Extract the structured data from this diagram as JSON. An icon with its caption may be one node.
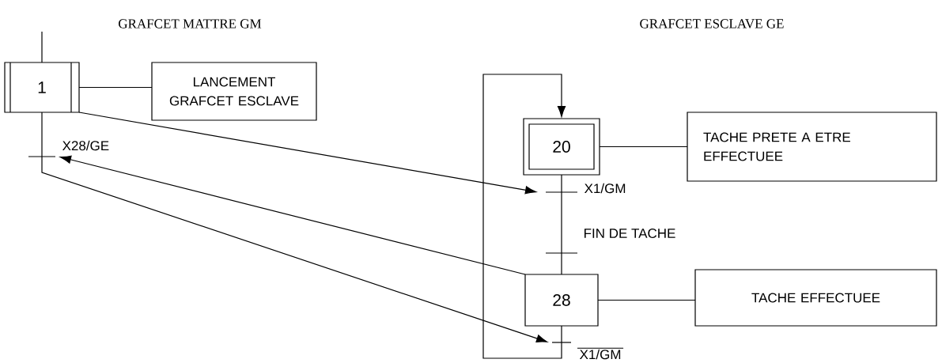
{
  "diagram": {
    "nodes": [
      {
        "text": [
          "1"
        ]
      },
      {
        "text": [
          "LANCEMENT GRAFCET ESCLAVE"
        ]
      },
      {
        "text": [],
        "shape": "bar",
        "beside": [
          "X28/GE"
        ]
      },
      {
        "text": [
          "20"
        ]
      },
      {
        "text": [
          "TACHE PRETE A ETRE EFFECTUEE"
        ]
      },
      {
        "text": [],
        "shape": "bar",
        "beside": [
          "X1/GM"
        ]
      },
      {
        "text": [],
        "shape": "bar",
        "beside": [
          "FIN DE TACHE"
        ]
      },
      {
        "text": [
          "28"
        ]
      },
      {
        "text": [
          "TACHE EFFECTUEE"
        ]
      },
      {
        "text": [],
        "shape": "bar",
        "beside": [
          "X1/GM"
        ]
      }
    ],
    "edges": [
      {
        "from": null,
        "to": 0,
        "arrow": "none"
      },
      {
        "from": 0,
        "to": 1,
        "arrow": "none"
      },
      {
        "from": 0,
        "to": 2,
        "arrow": "none"
      },
      {
        "from": 3,
        "to": 4,
        "arrow": "none"
      },
      {
        "from": 3,
        "to": 5,
        "arrow": "none"
      },
      {
        "from": 5,
        "to": 6,
        "arrow": "none"
      },
      {
        "from": 6,
        "to": 7,
        "arrow": "none"
      },
      {
        "from": 7,
        "to": 8,
        "arrow": "none"
      },
      {
        "from": 7,
        "to": 9,
        "arrow": "none"
      },
      {
        "from": 9,
        "to": 3,
        "arrow": "to"
      },
      {
        "from": 0,
        "to": 5,
        "arrow": "to"
      },
      {
        "from": 7,
        "to": 2,
        "arrow": "to"
      },
      {
        "from": 2,
        "to": 9,
        "arrow": "to"
      }
    ],
    "labels": [
      "GRAFCET MATTRE GM",
      "GRAFCET  ESCLAVE  GE"
    ]
  }
}
